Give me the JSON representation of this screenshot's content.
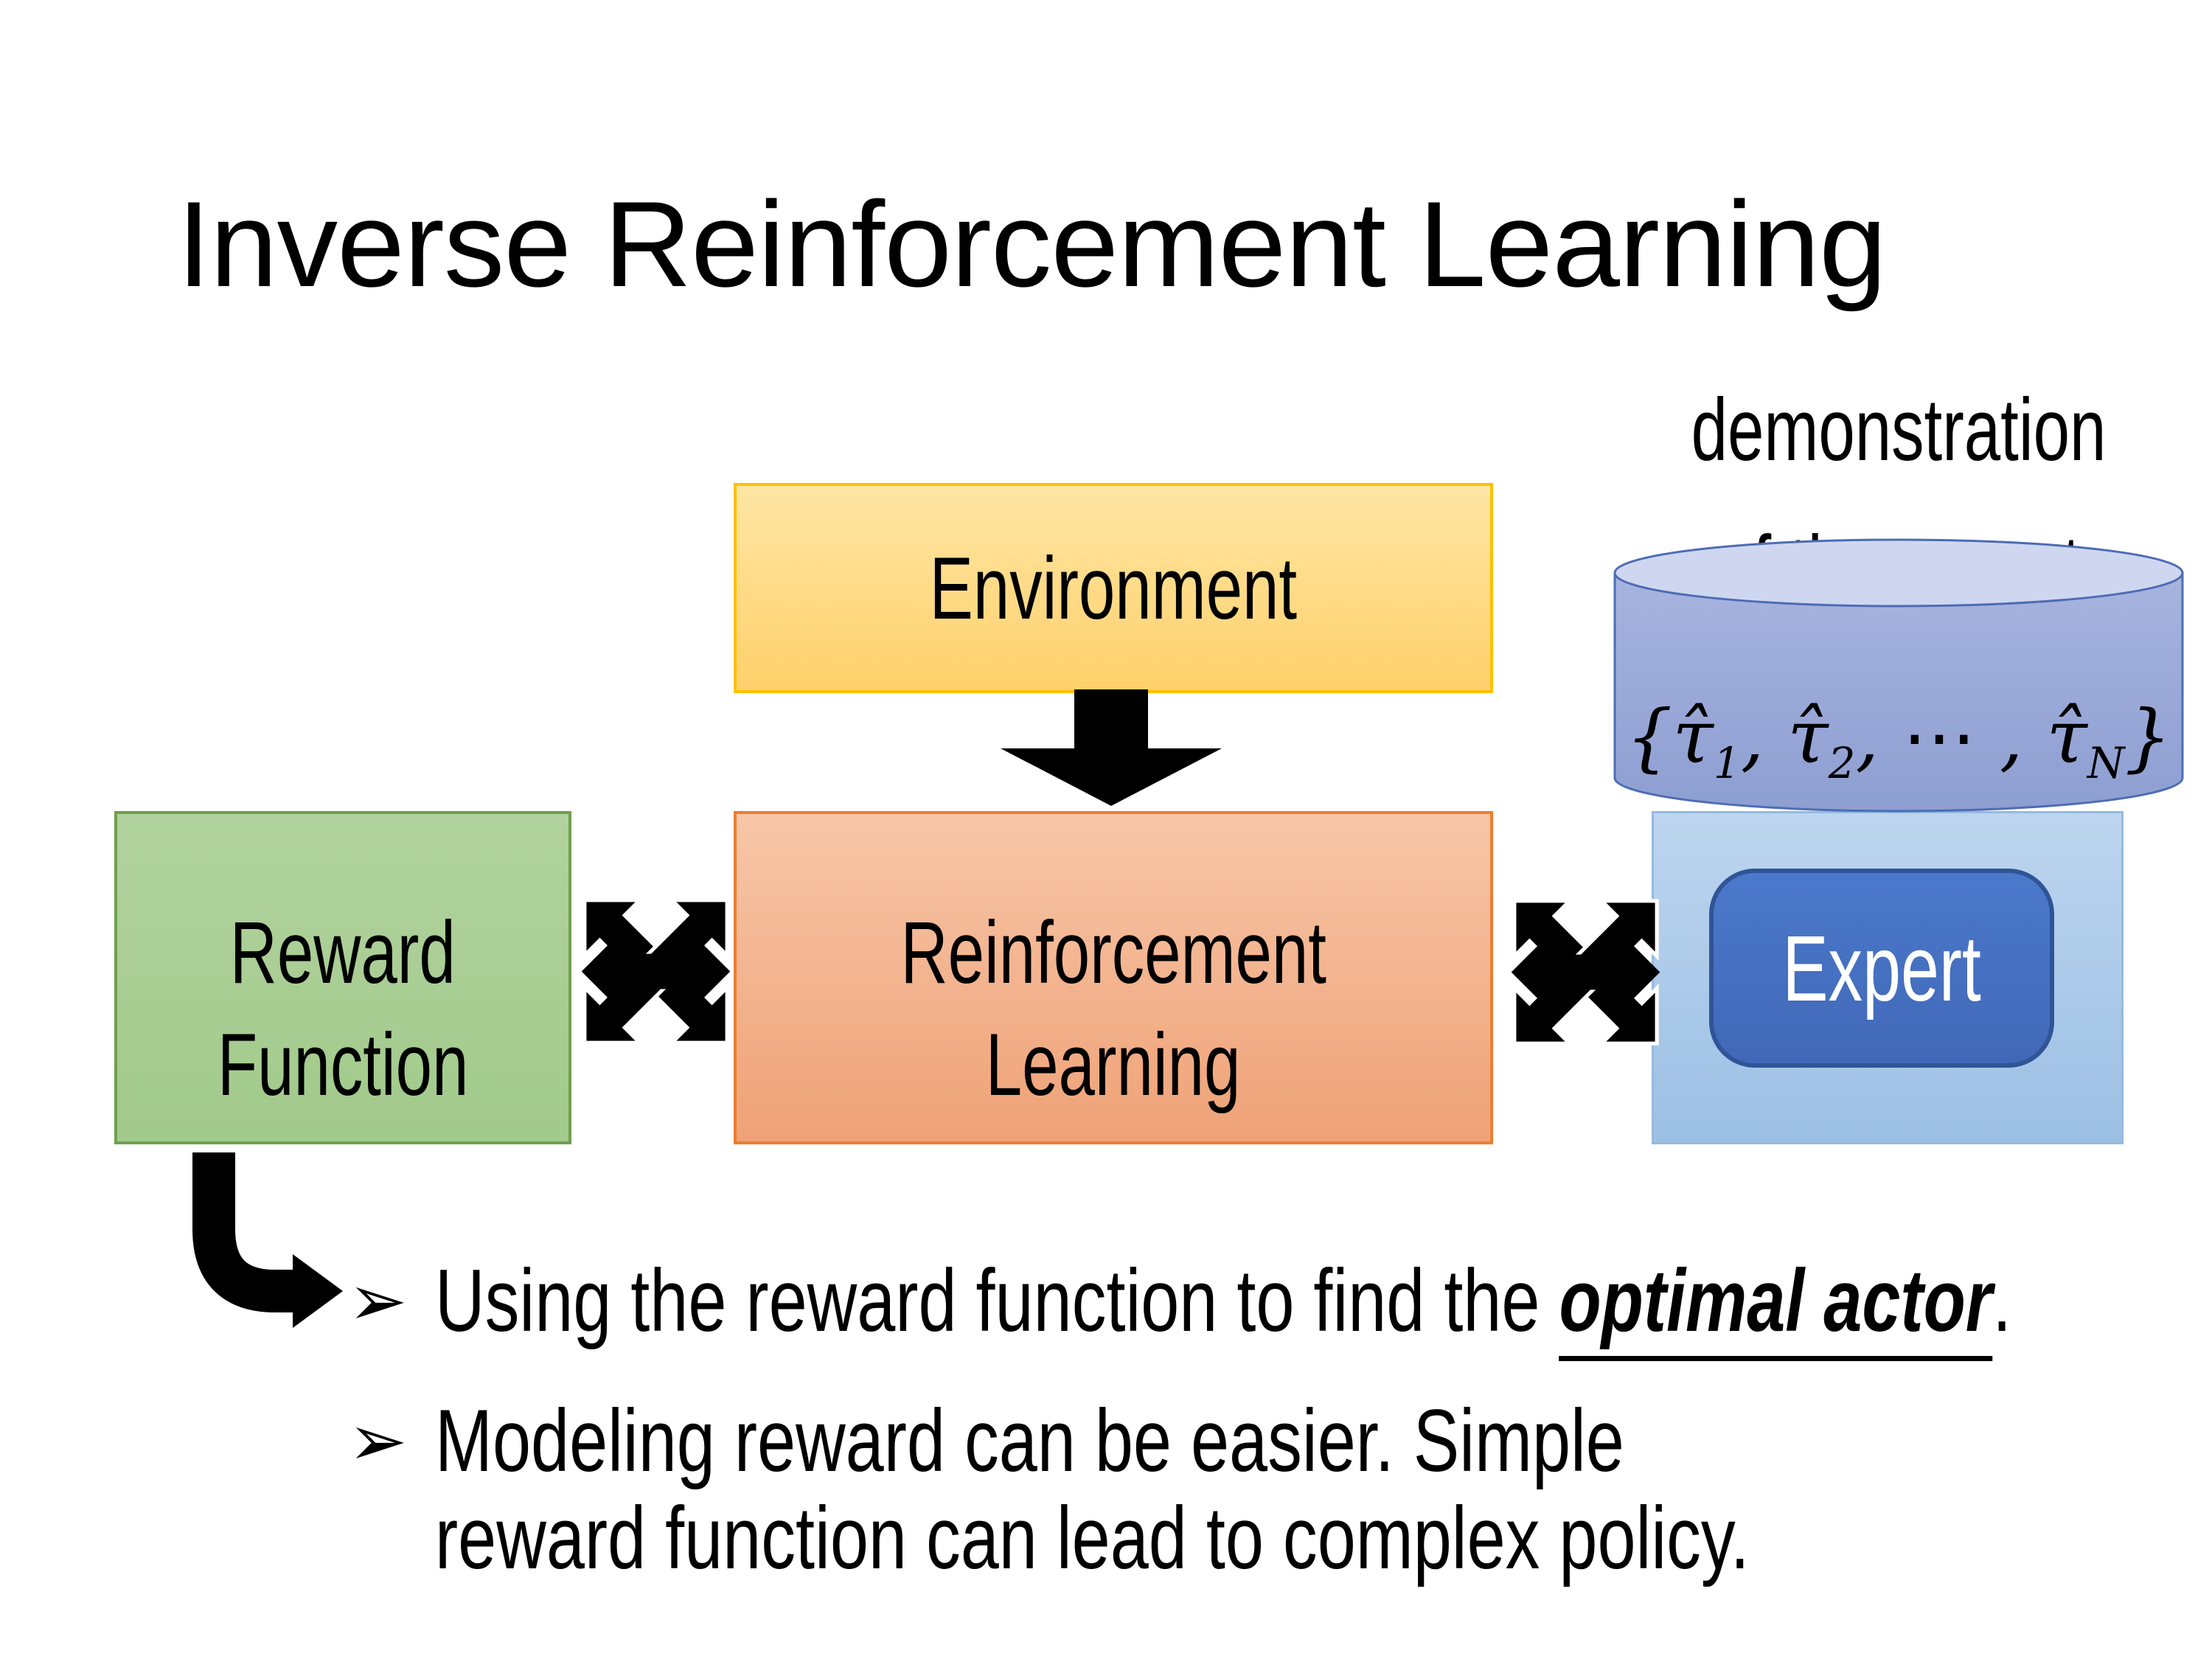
{
  "slide": {
    "title": "Inverse Reinforcement Learning",
    "demo_label": {
      "line1": "demonstration",
      "line2": "of the expert"
    },
    "environment": {
      "label": "Environment"
    },
    "reward": {
      "line1": "Reward",
      "line2": "Function"
    },
    "rl": {
      "line1": "Reinforcement",
      "line2": "Learning"
    },
    "expert": {
      "label": "Expert"
    },
    "cylinder": {
      "formula_parts": [
        {
          "base": "{τ̂",
          "sub": "1"
        },
        {
          "base": ", τ̂",
          "sub": "2"
        },
        {
          "base": ", ⋯ , τ̂",
          "sub": "N"
        },
        {
          "base": "}",
          "sub": ""
        }
      ]
    },
    "bullets": {
      "marker": "➢",
      "item1": {
        "before": "Using the reward function to find the ",
        "emphasis": "optimal actor",
        "after": "."
      },
      "item2": {
        "text": "Modeling reward can be easier. Simple reward function can lead to complex policy."
      }
    },
    "colors": {
      "ink": "#000000",
      "env_fill_top": "#FFE6A4",
      "env_fill_bottom": "#FFD06C",
      "env_border": "#FFC000",
      "reward_fill_top": "#B1D29E",
      "reward_fill_bottom": "#A2CA8B",
      "reward_border": "#6FA04B",
      "rl_fill_top": "#F7C6A8",
      "rl_fill_bottom": "#EFA277",
      "rl_border": "#ED7D31",
      "panel_fill_top": "#BDD5EF",
      "panel_fill_bottom": "#9CC0E4",
      "panel_border": "#95BADF",
      "expert_fill_top": "#4B79CB",
      "expert_fill_bottom": "#4168B7",
      "expert_border": "#2F5597",
      "cyl_body_top": "#A8B4DF",
      "cyl_body_bottom": "#8D9ED1",
      "cyl_face": "#CFD7F0",
      "cyl_border": "#4D6CB5"
    }
  }
}
